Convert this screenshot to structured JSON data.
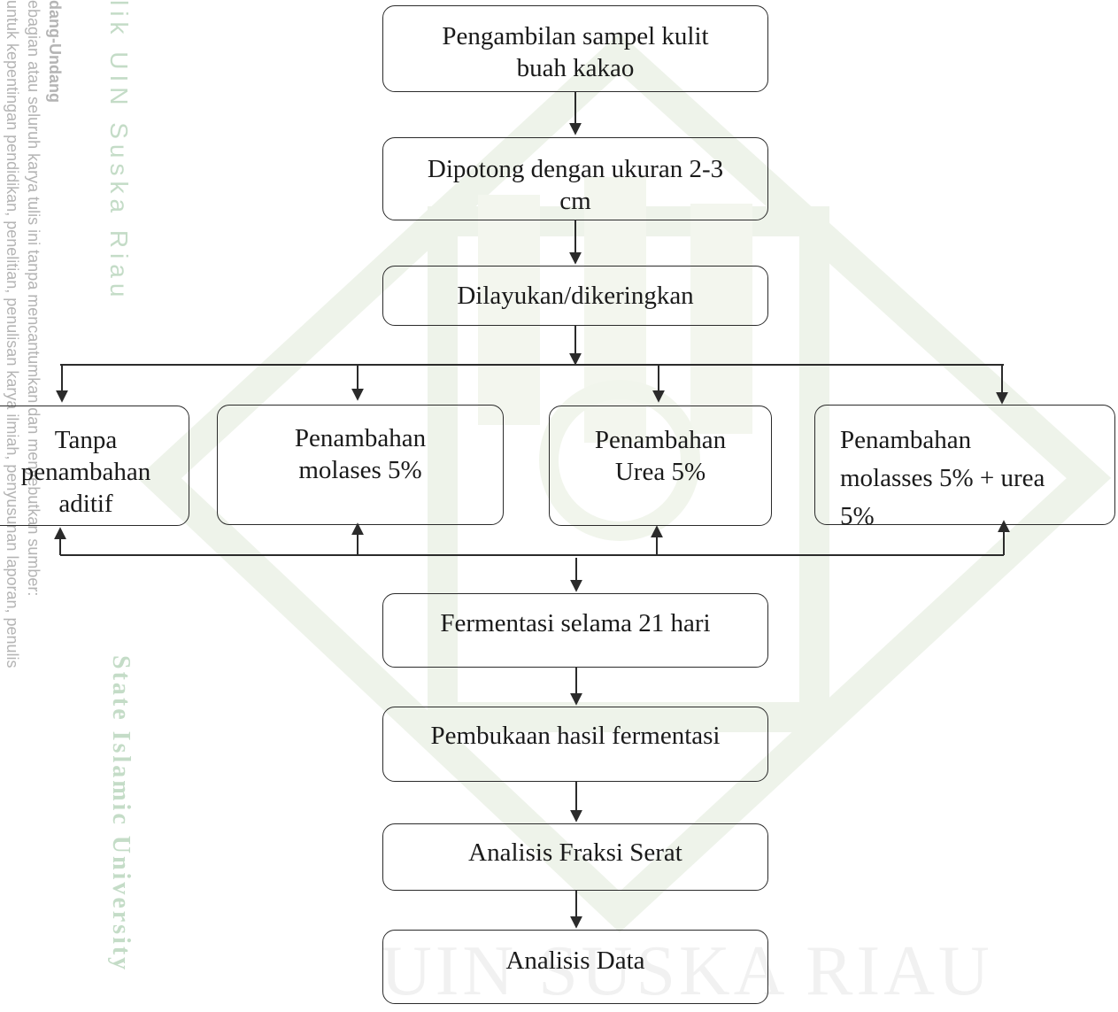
{
  "watermark": {
    "left_lines": [
      "dang-Undang",
      "ebagian atau seluruh karya tulis ini tanpa mencantumkan dan menyebutkan sumber:",
      "untuk kepentingan pendidikan, penelitian, penulisan karya ilmiah, penyusunan laporan, penulis"
    ],
    "uin_vertical": "lik UIN Suska Riau",
    "state_vertical": "State Islamic University",
    "bottom_text": "UIN SUSKA RIAU"
  },
  "steps": {
    "s1": [
      "Pengambilan sampel kulit",
      "buah kakao"
    ],
    "s2": [
      "Dipotong dengan ukuran 2-3",
      "cm"
    ],
    "s3": [
      "Dilayukan/dikeringkan"
    ],
    "t1": [
      "Tanpa",
      "penambahan",
      "aditif"
    ],
    "t2": [
      "Penambahan",
      "molases 5%"
    ],
    "t3": [
      "Penambahan",
      "Urea 5%"
    ],
    "t4": [
      "Penambahan",
      "molasses 5% + urea",
      "5%"
    ],
    "s4": [
      "Fermentasi selama 21 hari"
    ],
    "s5": [
      "Pembukaan hasil fermentasi"
    ],
    "s6": [
      "Analisis Fraksi Serat"
    ],
    "s7": [
      "Analisis Data"
    ]
  }
}
